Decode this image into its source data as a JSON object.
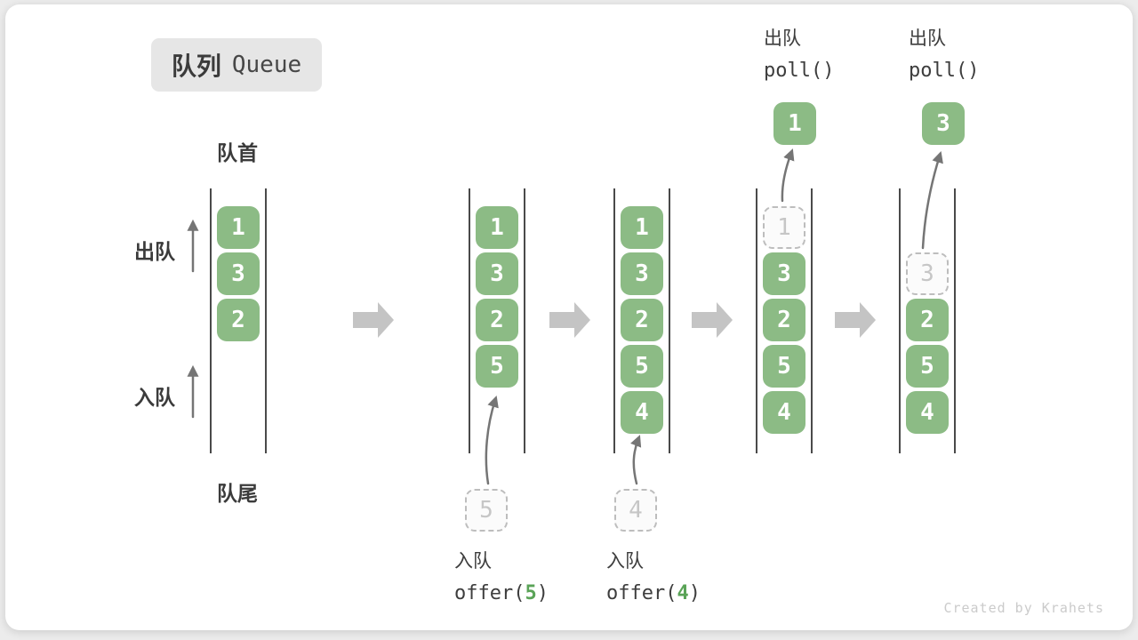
{
  "title": {
    "zh": "队列",
    "en": "Queue"
  },
  "labels": {
    "front": "队首",
    "rear": "队尾",
    "dequeue_side": "出队",
    "enqueue_side": "入队"
  },
  "watermark": "Created by Krahets",
  "colors": {
    "box_green": "#8cbb85",
    "box_text": "#ffffff",
    "dashed_border": "#bdbdbd",
    "dashed_text": "#c6c6c6",
    "block_arrow": "#c4c4c4",
    "thin_arrow": "#757575",
    "wall": "#4a4a4a",
    "label_text": "#3b3b3b",
    "title_bg": "#e6e6e6",
    "green_accent": "#5aa357",
    "watermark": "#cbcbcb"
  },
  "steps": [
    {
      "name": "initial",
      "boxes": [
        {
          "value": "1",
          "slot": 0,
          "style": "solid"
        },
        {
          "value": "3",
          "slot": 1,
          "style": "solid"
        },
        {
          "value": "2",
          "slot": 2,
          "style": "solid"
        }
      ]
    },
    {
      "name": "enqueue-5",
      "boxes": [
        {
          "value": "1",
          "slot": 0,
          "style": "solid"
        },
        {
          "value": "3",
          "slot": 1,
          "style": "solid"
        },
        {
          "value": "2",
          "slot": 2,
          "style": "solid"
        },
        {
          "value": "5",
          "slot": 3,
          "style": "solid"
        }
      ],
      "incoming": {
        "value": "5"
      },
      "caption": {
        "label": "入队",
        "code_prefix": "offer(",
        "code_arg": "5",
        "code_suffix": ")"
      }
    },
    {
      "name": "enqueue-4",
      "boxes": [
        {
          "value": "1",
          "slot": 0,
          "style": "solid"
        },
        {
          "value": "3",
          "slot": 1,
          "style": "solid"
        },
        {
          "value": "2",
          "slot": 2,
          "style": "solid"
        },
        {
          "value": "5",
          "slot": 3,
          "style": "solid"
        },
        {
          "value": "4",
          "slot": 4,
          "style": "solid"
        }
      ],
      "incoming": {
        "value": "4"
      },
      "caption": {
        "label": "入队",
        "code_prefix": "offer(",
        "code_arg": "4",
        "code_suffix": ")"
      }
    },
    {
      "name": "dequeue-1",
      "boxes": [
        {
          "value": "1",
          "slot": 0,
          "style": "dashed"
        },
        {
          "value": "3",
          "slot": 1,
          "style": "solid"
        },
        {
          "value": "2",
          "slot": 2,
          "style": "solid"
        },
        {
          "value": "5",
          "slot": 3,
          "style": "solid"
        },
        {
          "value": "4",
          "slot": 4,
          "style": "solid"
        }
      ],
      "outgoing": {
        "value": "1"
      },
      "header": {
        "label": "出队",
        "code": "poll()"
      }
    },
    {
      "name": "dequeue-3",
      "boxes": [
        {
          "value": "3",
          "slot": 1,
          "style": "dashed"
        },
        {
          "value": "2",
          "slot": 2,
          "style": "solid"
        },
        {
          "value": "5",
          "slot": 3,
          "style": "solid"
        },
        {
          "value": "4",
          "slot": 4,
          "style": "solid"
        }
      ],
      "outgoing": {
        "value": "3"
      },
      "header": {
        "label": "出队",
        "code": "poll()"
      }
    }
  ]
}
